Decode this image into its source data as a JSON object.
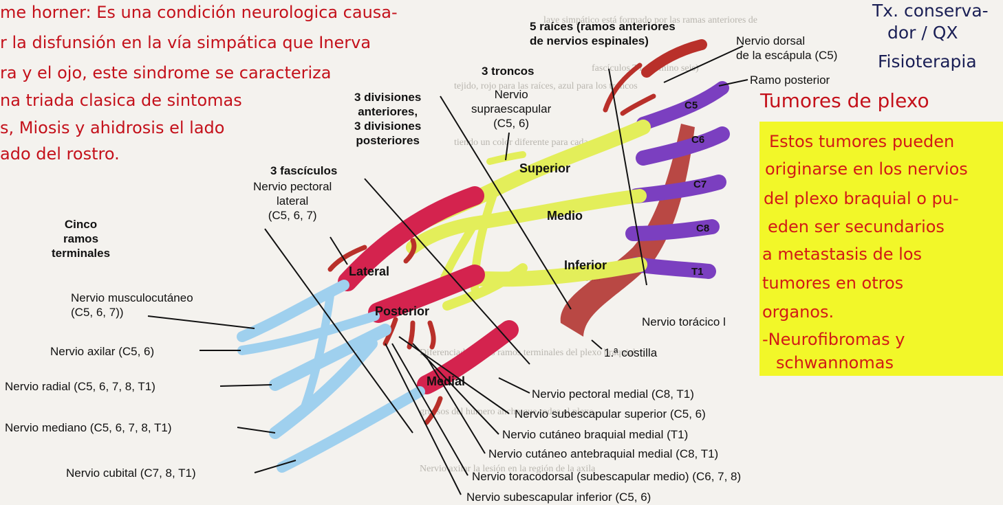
{
  "handwritten_notes": {
    "horner": [
      "me horner: Es una condición neurologica causa-",
      "r la disfunsión en la vía simpática que Inerva",
      "ra y el ojo, este sindrome se caracteriza",
      "na triada clasica de sintomas",
      "s, Miosis y ahidrosis el lado",
      "ado del rostro."
    ],
    "treatment": [
      "Tx. conserva-",
      "dor / QX",
      "Fisioterapia"
    ],
    "tumores_title": "Tumores de plexo",
    "sticky_note": [
      "Estos tumores pueden",
      "originarse en los nervios",
      "del plexo braquial o pu-",
      "eden ser secundarios",
      "a metastasis de los",
      "tumores en otros",
      "organos.",
      "-Neurofibromas y",
      "schwannomas"
    ]
  },
  "labels": {
    "raices": [
      "5 raíces (ramos anteriores",
      "de nervios espinales)"
    ],
    "troncos": "3 troncos",
    "divisiones": [
      "3 divisiones",
      "anteriores,",
      "3 divisiones",
      "posteriores"
    ],
    "fasciculos": "3 fascículos",
    "supraescapular": [
      "Nervio",
      "supraescapular",
      "(C5, 6)"
    ],
    "pectoral_lateral": [
      "Nervio pectoral",
      "lateral",
      "(C5, 6, 7)"
    ],
    "cinco_ramos": [
      "Cinco",
      "ramos",
      "terminales"
    ],
    "dorsal_escapula": [
      "Nervio dorsal",
      "de la escápula (C5)"
    ],
    "ramo_posterior": "Ramo posterior",
    "toracico_largo": "Nervio torácico l",
    "primera_costilla": "1.ª costilla",
    "musculocutaneo": [
      "Nervio musculocutáneo",
      "(C5, 6, 7))"
    ],
    "axilar": "Nervio axilar (C5, 6)",
    "radial": "Nervio radial (C5, 6, 7, 8, T1)",
    "mediano": "Nervio mediano (C5, 6, 7, 8, T1)",
    "cubital": "Nervio cubital (C7, 8, T1)",
    "pectoral_medial": "Nervio pectoral medial (C8, T1)",
    "subescapular_superior": "Nervio subescapular superior (C5, 6)",
    "cutaneo_braquial": "Nervio cutáneo braquial medial (T1)",
    "cutaneo_antebraquial": "Nervio cutáneo antebraquial medial (C8, T1)",
    "toracodorsal": "Nervio toracodorsal (subescapular medio) (C6, 7, 8)",
    "subescapular_inferior": "Nervio subescapular inferior (C5, 6)"
  },
  "trunks": {
    "superior": "Superior",
    "medio": "Medio",
    "inferior": "Inferior"
  },
  "cords": {
    "lateral": "Lateral",
    "posterior": "Posterior",
    "medial": "Medial"
  },
  "roots": [
    "C5",
    "C6",
    "C7",
    "C8",
    "T1"
  ],
  "colors": {
    "roots": "#7b3fc0",
    "trunks": "#e3ee5a",
    "cords": "#d4234e",
    "terminals": "#9fd0ee",
    "branches": "#b9302a",
    "handwriting_red": "#c4111b",
    "handwriting_navy": "#1a1f55",
    "sticky": "#f2f729"
  }
}
